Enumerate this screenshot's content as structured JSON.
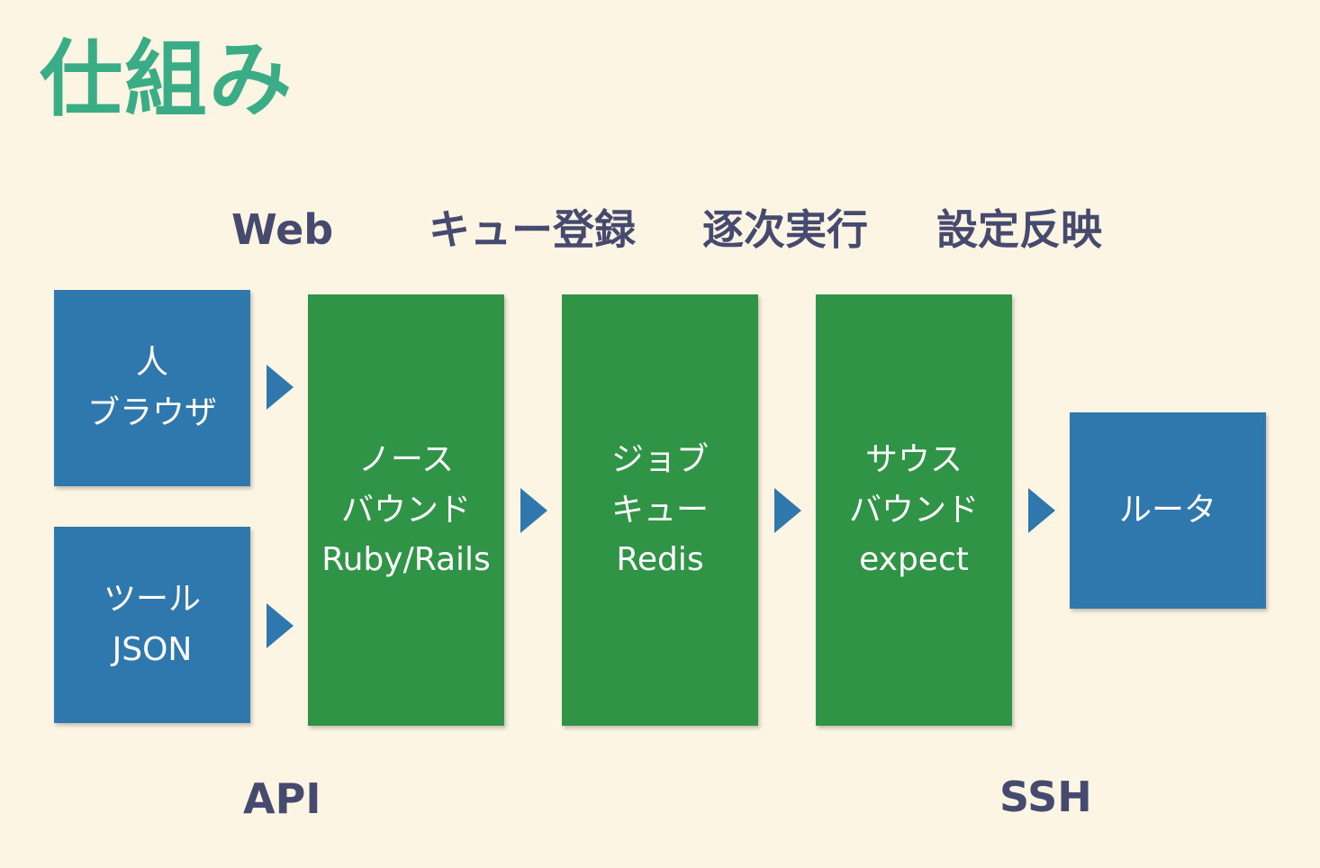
{
  "title": "仕組み",
  "stage_labels": {
    "web": "Web",
    "enqueue": "キュー登録",
    "sequential": "逐次実行",
    "apply_config": "設定反映"
  },
  "bottom_labels": {
    "api": "API",
    "ssh": "SSH"
  },
  "sources": {
    "browser": {
      "line1": "人",
      "line2": "ブラウザ"
    },
    "tool": {
      "line1": "ツール",
      "line2": "JSON"
    }
  },
  "stages": {
    "northbound": {
      "line1": "ノース",
      "line2": "バウンド",
      "line3": "Ruby/Rails"
    },
    "job_queue": {
      "line1": "ジョブ",
      "line2": "キュー",
      "line3": "Redis"
    },
    "southbound": {
      "line1": "サウス",
      "line2": "バウンド",
      "line3": "expect"
    }
  },
  "router": {
    "label": "ルータ"
  },
  "colors": {
    "title": "#3aad86",
    "label": "#454a6e",
    "blue_box": "#2f78ad",
    "green_box": "#2f9446",
    "background": "#fdf5e4"
  }
}
